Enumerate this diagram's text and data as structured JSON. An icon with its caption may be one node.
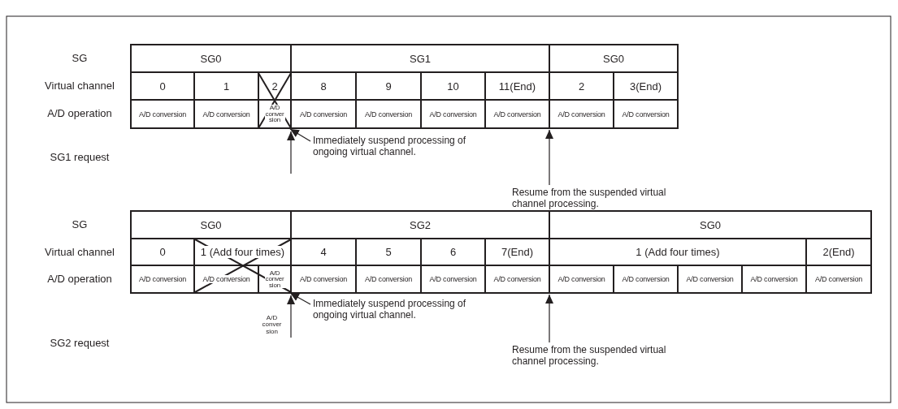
{
  "diagram": {
    "nodes": [
      {
        "text": [],
        "shape": "cross"
      },
      {
        "text": [
          "A/D conversion"
        ]
      },
      {
        "text": [
          "Immediately suspend processing of ongoing virtual channel."
        ]
      },
      {
        "text": [
          "Resume from the suspended virtual channel processing."
        ]
      },
      {
        "text": [],
        "shape": "cross"
      },
      {
        "text": [
          "A/D conversion"
        ]
      },
      {
        "text": [
          "Immediately suspend processing of ongoing virtual channel."
        ]
      },
      {
        "text": [
          "Resume from the suspended virtual channel processing."
        ]
      }
    ],
    "edges": [
      {
        "from": 2,
        "to": 0,
        "arrow": "to"
      },
      {
        "from": 3,
        "to": 1,
        "arrow": "to"
      },
      {
        "from": 6,
        "to": 4,
        "arrow": "to"
      },
      {
        "from": 7,
        "to": 5,
        "arrow": "to"
      }
    ],
    "labels": [
      "SG",
      "SG0",
      "SG1",
      "SG0",
      "Virtual channel",
      "0",
      "1",
      "2",
      "8",
      "9",
      "10",
      "11(End)",
      "2",
      "3(End)",
      "A/D operation",
      "A/D conversion",
      "A/D conversion",
      "A/D conversion",
      "A/D conversion",
      "A/D conversion",
      "A/D conversion",
      "A/D conversion",
      "A/D conversion",
      "SG1 request",
      "SG",
      "SG0",
      "SG2",
      "SG0",
      "Virtual channel",
      "0",
      "1 (Add four times)",
      "4",
      "5",
      "6",
      "7(End)",
      "1 (Add four times)",
      "2(End)",
      "A/D operation",
      "A/D conversion",
      "A/D conversion",
      "A/D conversion",
      "A/D conversion",
      "A/D conversion",
      "A/D conversion",
      "A/D conversion",
      "A/D conversion",
      "A/D conversion",
      "A/D conversion",
      "A/D conversion",
      "A/D conversion",
      "SG2 request"
    ]
  }
}
